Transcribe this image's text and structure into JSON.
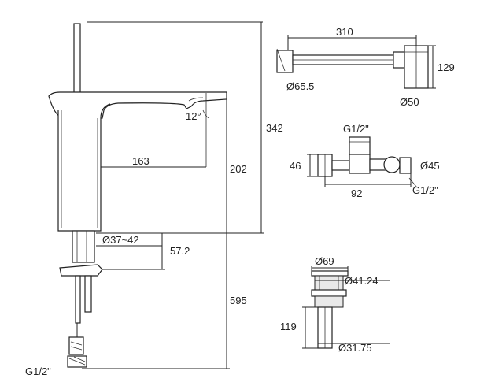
{
  "faucet": {
    "height_total": "342",
    "height_body": "202",
    "reach": "163",
    "angle": "12°",
    "hole_diameter": "Ø37~42",
    "max_deck_thickness": "57.2",
    "hose_length": "595",
    "inlet_thread": "G1/2\""
  },
  "bottle_trap": {
    "length": "310",
    "height": "129",
    "wall_flange_diameter": "Ø65.5",
    "body_diameter": "Ø50"
  },
  "angle_valve": {
    "inlet_thread_top": "G1/2\"",
    "height": "46",
    "length": "92",
    "flange_diameter": "Ø45",
    "outlet_thread": "G1/2\""
  },
  "pop_up_waste": {
    "cap_diameter": "Ø69",
    "body_diameter": "Ø41.24",
    "length": "119",
    "tail_diameter": "Ø31.75"
  }
}
